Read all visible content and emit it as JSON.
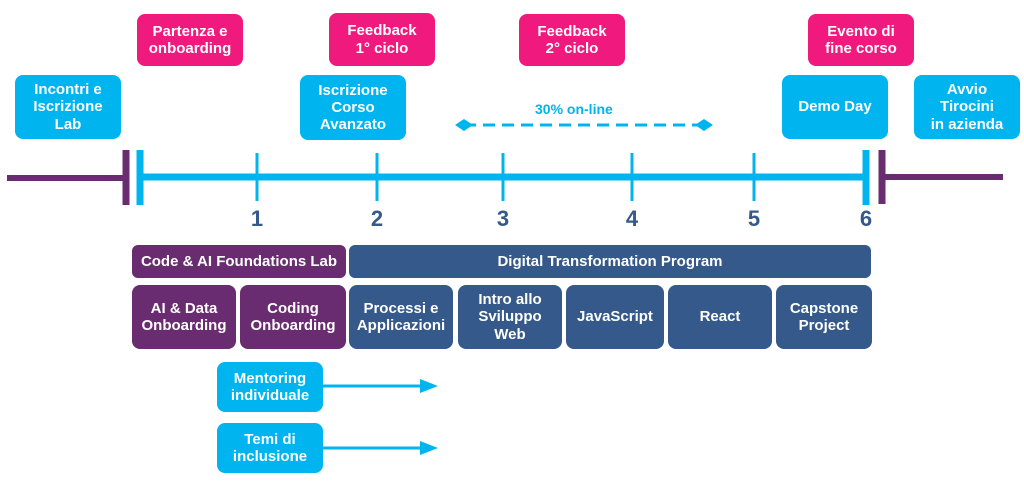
{
  "colors": {
    "pink": "#f0197d",
    "cyan": "#00b4f0",
    "purple": "#6a2c70",
    "navy": "#34598a"
  },
  "milestones_top": [
    {
      "label": "Partenza e\nonboarding"
    },
    {
      "label": "Feedback\n1° ciclo"
    },
    {
      "label": "Feedback\n2° ciclo"
    },
    {
      "label": "Evento di\nfine corso"
    }
  ],
  "events": [
    {
      "label": "Incontri e\nIscrizione\nLab"
    },
    {
      "label": "Iscrizione\nCorso\nAvanzato"
    },
    {
      "label": "Demo Day"
    },
    {
      "label": "Avvio\nTirocini\nin azienda"
    }
  ],
  "online_label": "30% on-line",
  "timeline_ticks": [
    "1",
    "2",
    "3",
    "4",
    "5",
    "6"
  ],
  "programs": [
    {
      "label": "Code & AI Foundations Lab"
    },
    {
      "label": "Digital Transformation Program"
    }
  ],
  "modules": [
    {
      "label": "AI & Data\nOnboarding"
    },
    {
      "label": "Coding\nOnboarding"
    },
    {
      "label": "Processi e\nApplicazioni"
    },
    {
      "label": "Intro allo\nSviluppo\nWeb"
    },
    {
      "label": "JavaScript"
    },
    {
      "label": "React"
    },
    {
      "label": "Capstone\nProject"
    }
  ],
  "tracks": [
    {
      "label": "Mentoring\nindividuale"
    },
    {
      "label": "Temi di\ninclusione"
    }
  ]
}
